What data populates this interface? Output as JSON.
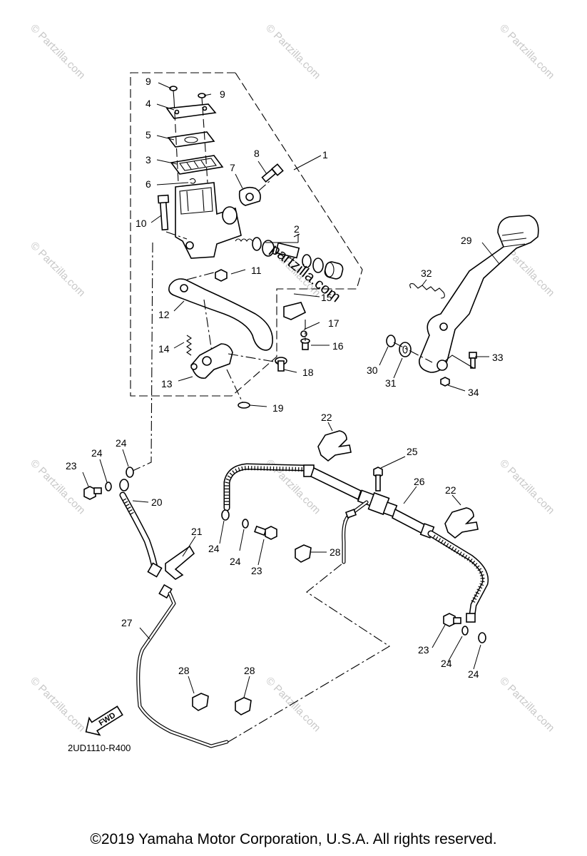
{
  "diagram": {
    "watermark": "© Partzilla.com",
    "overlay_brand": "partzilla.com",
    "code": "2UD1110-R400",
    "fwd_label": "FWD",
    "copyright": "©2019 Yamaha Motor Corporation, U.S.A. All rights reserved.",
    "callouts": [
      "9",
      "9",
      "4",
      "5",
      "3",
      "6",
      "10",
      "8",
      "7",
      "1",
      "2",
      "11",
      "12",
      "15",
      "17",
      "16",
      "14",
      "13",
      "18",
      "19",
      "29",
      "32",
      "30",
      "31",
      "33",
      "34",
      "22",
      "25",
      "26",
      "22",
      "24",
      "24",
      "23",
      "20",
      "21",
      "24",
      "24",
      "23",
      "28",
      "27",
      "23",
      "24",
      "24",
      "28",
      "28"
    ]
  }
}
